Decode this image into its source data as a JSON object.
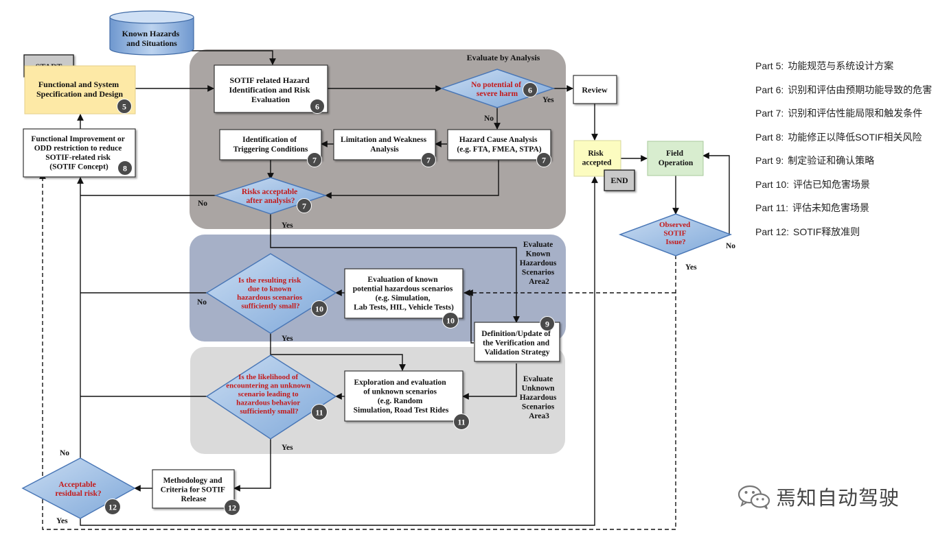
{
  "areas": {
    "analysis": "Evaluate by Analysis",
    "known": [
      "Evaluate",
      "Known",
      "Hazardous",
      "Scenarios",
      "Area2"
    ],
    "unknown": [
      "Evaluate",
      "Unknown",
      "Hazardous",
      "Scenarios",
      "Area3"
    ]
  },
  "nodes": {
    "known_hazards": [
      "Known Hazards",
      "and Situations"
    ],
    "start": "START",
    "func_spec": [
      "Functional and System",
      "Specification and Design"
    ],
    "func_improve": [
      "Functional Improvement or",
      "ODD restriction to reduce",
      "SOTIF-related risk",
      "(SOTIF Concept)"
    ],
    "sotif_hazard": [
      "SOTIF related Hazard",
      "Identification and Risk",
      "Evaluation"
    ],
    "no_potential": [
      "No potential of",
      "severe harm"
    ],
    "review": "Review",
    "hazard_cause": [
      "Hazard Cause Analysis",
      "(e.g. FTA, FMEA, STPA)"
    ],
    "limitation": [
      "Limitation and Weakness",
      "Analysis"
    ],
    "triggering": [
      "Identification of",
      "Triggering Conditions"
    ],
    "risks_acceptable": [
      "Risks acceptable",
      "after analysis?"
    ],
    "risk_accepted": [
      "Risk",
      "accepted"
    ],
    "end": "END",
    "field_operation": [
      "Field",
      "Operation"
    ],
    "observed": [
      "Observed",
      "SOTIF",
      "Issue?"
    ],
    "is_resulting": [
      "Is the resulting risk",
      "due to known",
      "hazardous scenarios",
      "sufficiently small?"
    ],
    "eval_known": [
      "Evaluation of known",
      "potential hazardous scenarios",
      "(e.g. Simulation,",
      "Lab Tests, HIL, Vehicle Tests)"
    ],
    "def_update": [
      "Definition/Update of",
      "the Verification and",
      "Validation Strategy"
    ],
    "likelihood": [
      "Is the likelihood of",
      "encountering an unknown",
      "scenario leading to",
      "hazardous behavior",
      "sufficiently small?"
    ],
    "exploration": [
      "Exploration and evaluation",
      "of unknown scenarios",
      "(e.g. Random",
      "Simulation, Road Test Rides"
    ],
    "methodology": [
      "Methodology and",
      "Criteria for SOTIF",
      "Release"
    ],
    "acceptable_residual": [
      "Acceptable",
      "residual risk?"
    ]
  },
  "badges": {
    "func_spec": "5",
    "func_improve": "8",
    "sotif_hazard": "6",
    "no_potential": "6",
    "hazard_cause": "7",
    "limitation": "7",
    "triggering": "7",
    "risks_acceptable": "7",
    "def_update": "9",
    "is_resulting": "10",
    "eval_known": "10",
    "likelihood": "11",
    "exploration": "11",
    "methodology": "12",
    "acceptable_residual": "12"
  },
  "edge_labels": {
    "yes": "Yes",
    "no": "No"
  },
  "legend": [
    {
      "part": "Part 5:",
      "text": "功能规范与系统设计方案"
    },
    {
      "part": "Part 6:",
      "text": "识别和评估由预期功能导致的危害"
    },
    {
      "part": "Part 7:",
      "text": "识别和评估性能局限和触发条件"
    },
    {
      "part": "Part 8:",
      "text": "功能修正以降低SOTIF相关风险"
    },
    {
      "part": "Part 9:",
      "text": "制定验证和确认策略"
    },
    {
      "part": "Part 10:",
      "text": "评估已知危害场景"
    },
    {
      "part": "Part 11:",
      "text": "评估未知危害场景"
    },
    {
      "part": "Part 12:",
      "text": "SOTIF释放准则"
    }
  ],
  "watermark": "焉知自动驾驶",
  "colors": {
    "analysis_area": "#aaa5a3",
    "known_area": "#a6b0c7",
    "unknown_area": "#dadada",
    "start_box": "#fde9a6",
    "risk_box": "#fcfcc0",
    "field_box": "#d8edcf",
    "diamond_fill": "#9cc0e6",
    "question_text": "#c41a1a",
    "badge": "#4a4a4a"
  }
}
